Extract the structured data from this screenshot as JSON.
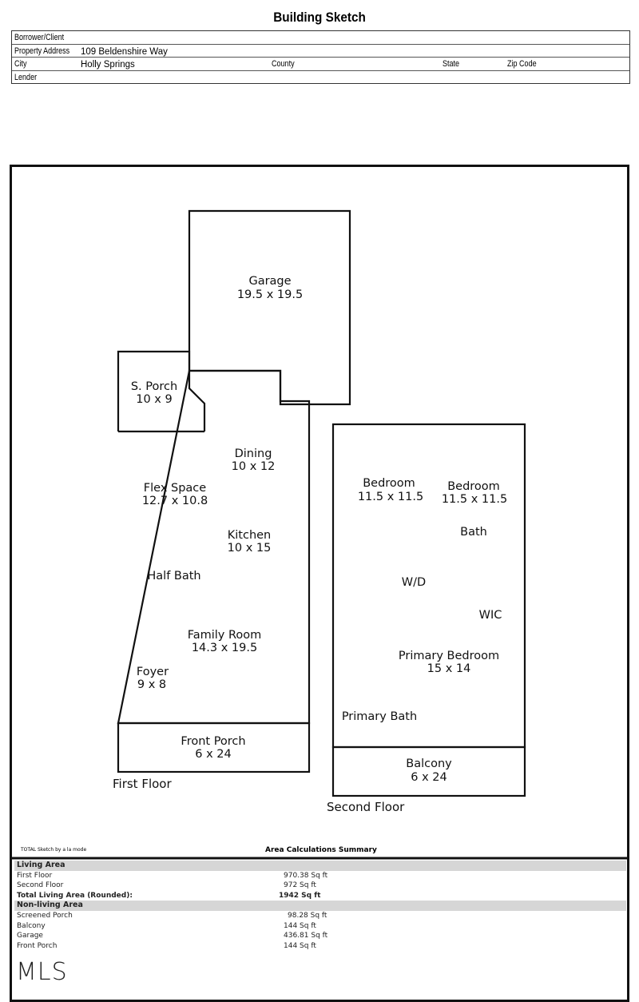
{
  "title": "Building Sketch",
  "header": {
    "borrower_label": "Borrower/Client",
    "address_label": "Property Address",
    "address_value": "109 Beldenshire Way",
    "city_label": "City",
    "city_value": "Holly Springs",
    "county_label": "County",
    "state_label": "State",
    "zip_label": "Zip Code",
    "lender_label": "Lender"
  },
  "sketch": {
    "first_floor_label": "First Floor",
    "second_floor_label": "Second Floor",
    "rooms": [
      {
        "name": "Garage",
        "dims": "19.5 x 19.5"
      },
      {
        "name": "S. Porch",
        "dims": "10 x 9"
      },
      {
        "name": "Dining",
        "dims": "10 x 12"
      },
      {
        "name": "Flex Space",
        "dims": "12.7 x 10.8"
      },
      {
        "name": "Kitchen",
        "dims": "10 x 15"
      },
      {
        "name": "Half Bath",
        "dims": ""
      },
      {
        "name": "Family Room",
        "dims": "14.3 x 19.5"
      },
      {
        "name": "Foyer",
        "dims": "9 x 8"
      },
      {
        "name": "Front Porch",
        "dims": "6 x 24"
      },
      {
        "name": "Bedroom",
        "dims": "11.5 x 11.5"
      },
      {
        "name": "Bedroom",
        "dims": "11.5 x 11.5"
      },
      {
        "name": "Bath",
        "dims": ""
      },
      {
        "name": "W/D",
        "dims": ""
      },
      {
        "name": "WIC",
        "dims": ""
      },
      {
        "name": "Primary Bedroom",
        "dims": "15 x 14"
      },
      {
        "name": "Primary Bath",
        "dims": ""
      },
      {
        "name": "Balcony",
        "dims": "6 x 24"
      }
    ]
  },
  "credit": "TOTAL Sketch by a la mode",
  "summary": {
    "title": "Area Calculations Summary",
    "living_header": "Living Area",
    "living": [
      {
        "label": "First Floor",
        "value": "970.38 Sq ft"
      },
      {
        "label": "Second Floor",
        "value": "972 Sq ft"
      }
    ],
    "total_label": "Total Living Area (Rounded):",
    "total_value": "1942 Sq ft",
    "nonliving_header": "Non-living Area",
    "nonliving": [
      {
        "label": "Screened Porch",
        "value": "98.28 Sq ft"
      },
      {
        "label": "Balcony",
        "value": "144 Sq ft"
      },
      {
        "label": "Garage",
        "value": "436.81 Sq ft"
      },
      {
        "label": "Front Porch",
        "value": "144 Sq ft"
      }
    ]
  },
  "watermark": "MLS"
}
